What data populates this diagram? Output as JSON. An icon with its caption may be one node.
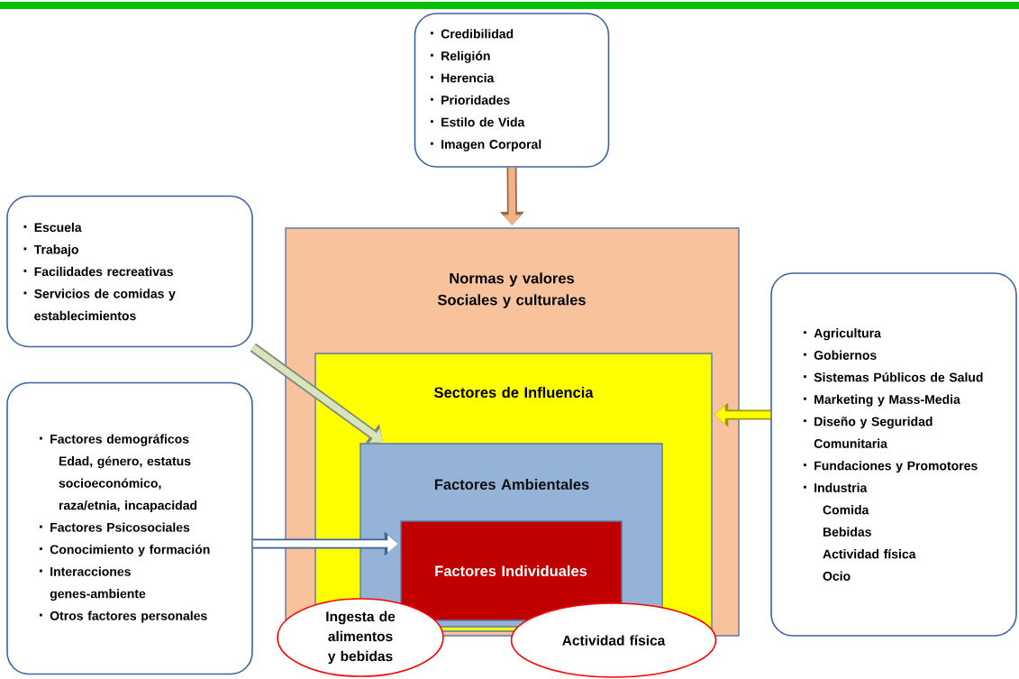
{
  "diagram": {
    "nodes": [
      {
        "text": [
          "Credibilidad",
          "Religión",
          "Herencia",
          "Prioridades",
          "Estilo de Vida",
          "Imagen Corporal"
        ]
      },
      {
        "text": [
          "Escuela",
          "Trabajo",
          "Facilidades recreativas",
          "Servicios de comidas y establecimientos"
        ]
      },
      {
        "text": [
          "Factores demográficos",
          "Edad, género, estatus socioeconómico, raza/etnia, incapacidad",
          "Factores Psicosociales",
          "Conocimiento y formación",
          "Interacciones genes-ambiente",
          "Otros factores personales"
        ]
      },
      {
        "text": [
          "Agricultura",
          "Gobiernos",
          "Sistemas Públicos de Salud",
          "Marketing y Mass-Media",
          "Diseño y Seguridad Comunitaria",
          "Fundaciones y Promotores",
          "Industria",
          "Comida",
          "Bebidas",
          "Actividad física",
          "Ocio"
        ]
      },
      {
        "text": [
          "Normas y valores Sociales y culturales"
        ]
      },
      {
        "text": [
          "Sectores de Influencia"
        ],
        "in": 4
      },
      {
        "text": [
          "Factores Ambientales"
        ],
        "in": 5
      },
      {
        "text": [
          "Factores Individuales"
        ],
        "in": 6
      },
      {
        "text": [
          "Ingesta de alimentos y bebidas"
        ]
      },
      {
        "text": [
          "Actividad física"
        ]
      }
    ],
    "edges": [
      {
        "from": 0,
        "to": 4,
        "arrow": "to",
        "color": "#f4b183"
      },
      {
        "from": 1,
        "to": 6,
        "arrow": "to",
        "color": "#d7e4bd"
      },
      {
        "from": 2,
        "to": 7,
        "arrow": "to",
        "color": "#ffffff"
      },
      {
        "from": 3,
        "to": 5,
        "arrow": "to",
        "color": "#ffff00"
      }
    ]
  }
}
